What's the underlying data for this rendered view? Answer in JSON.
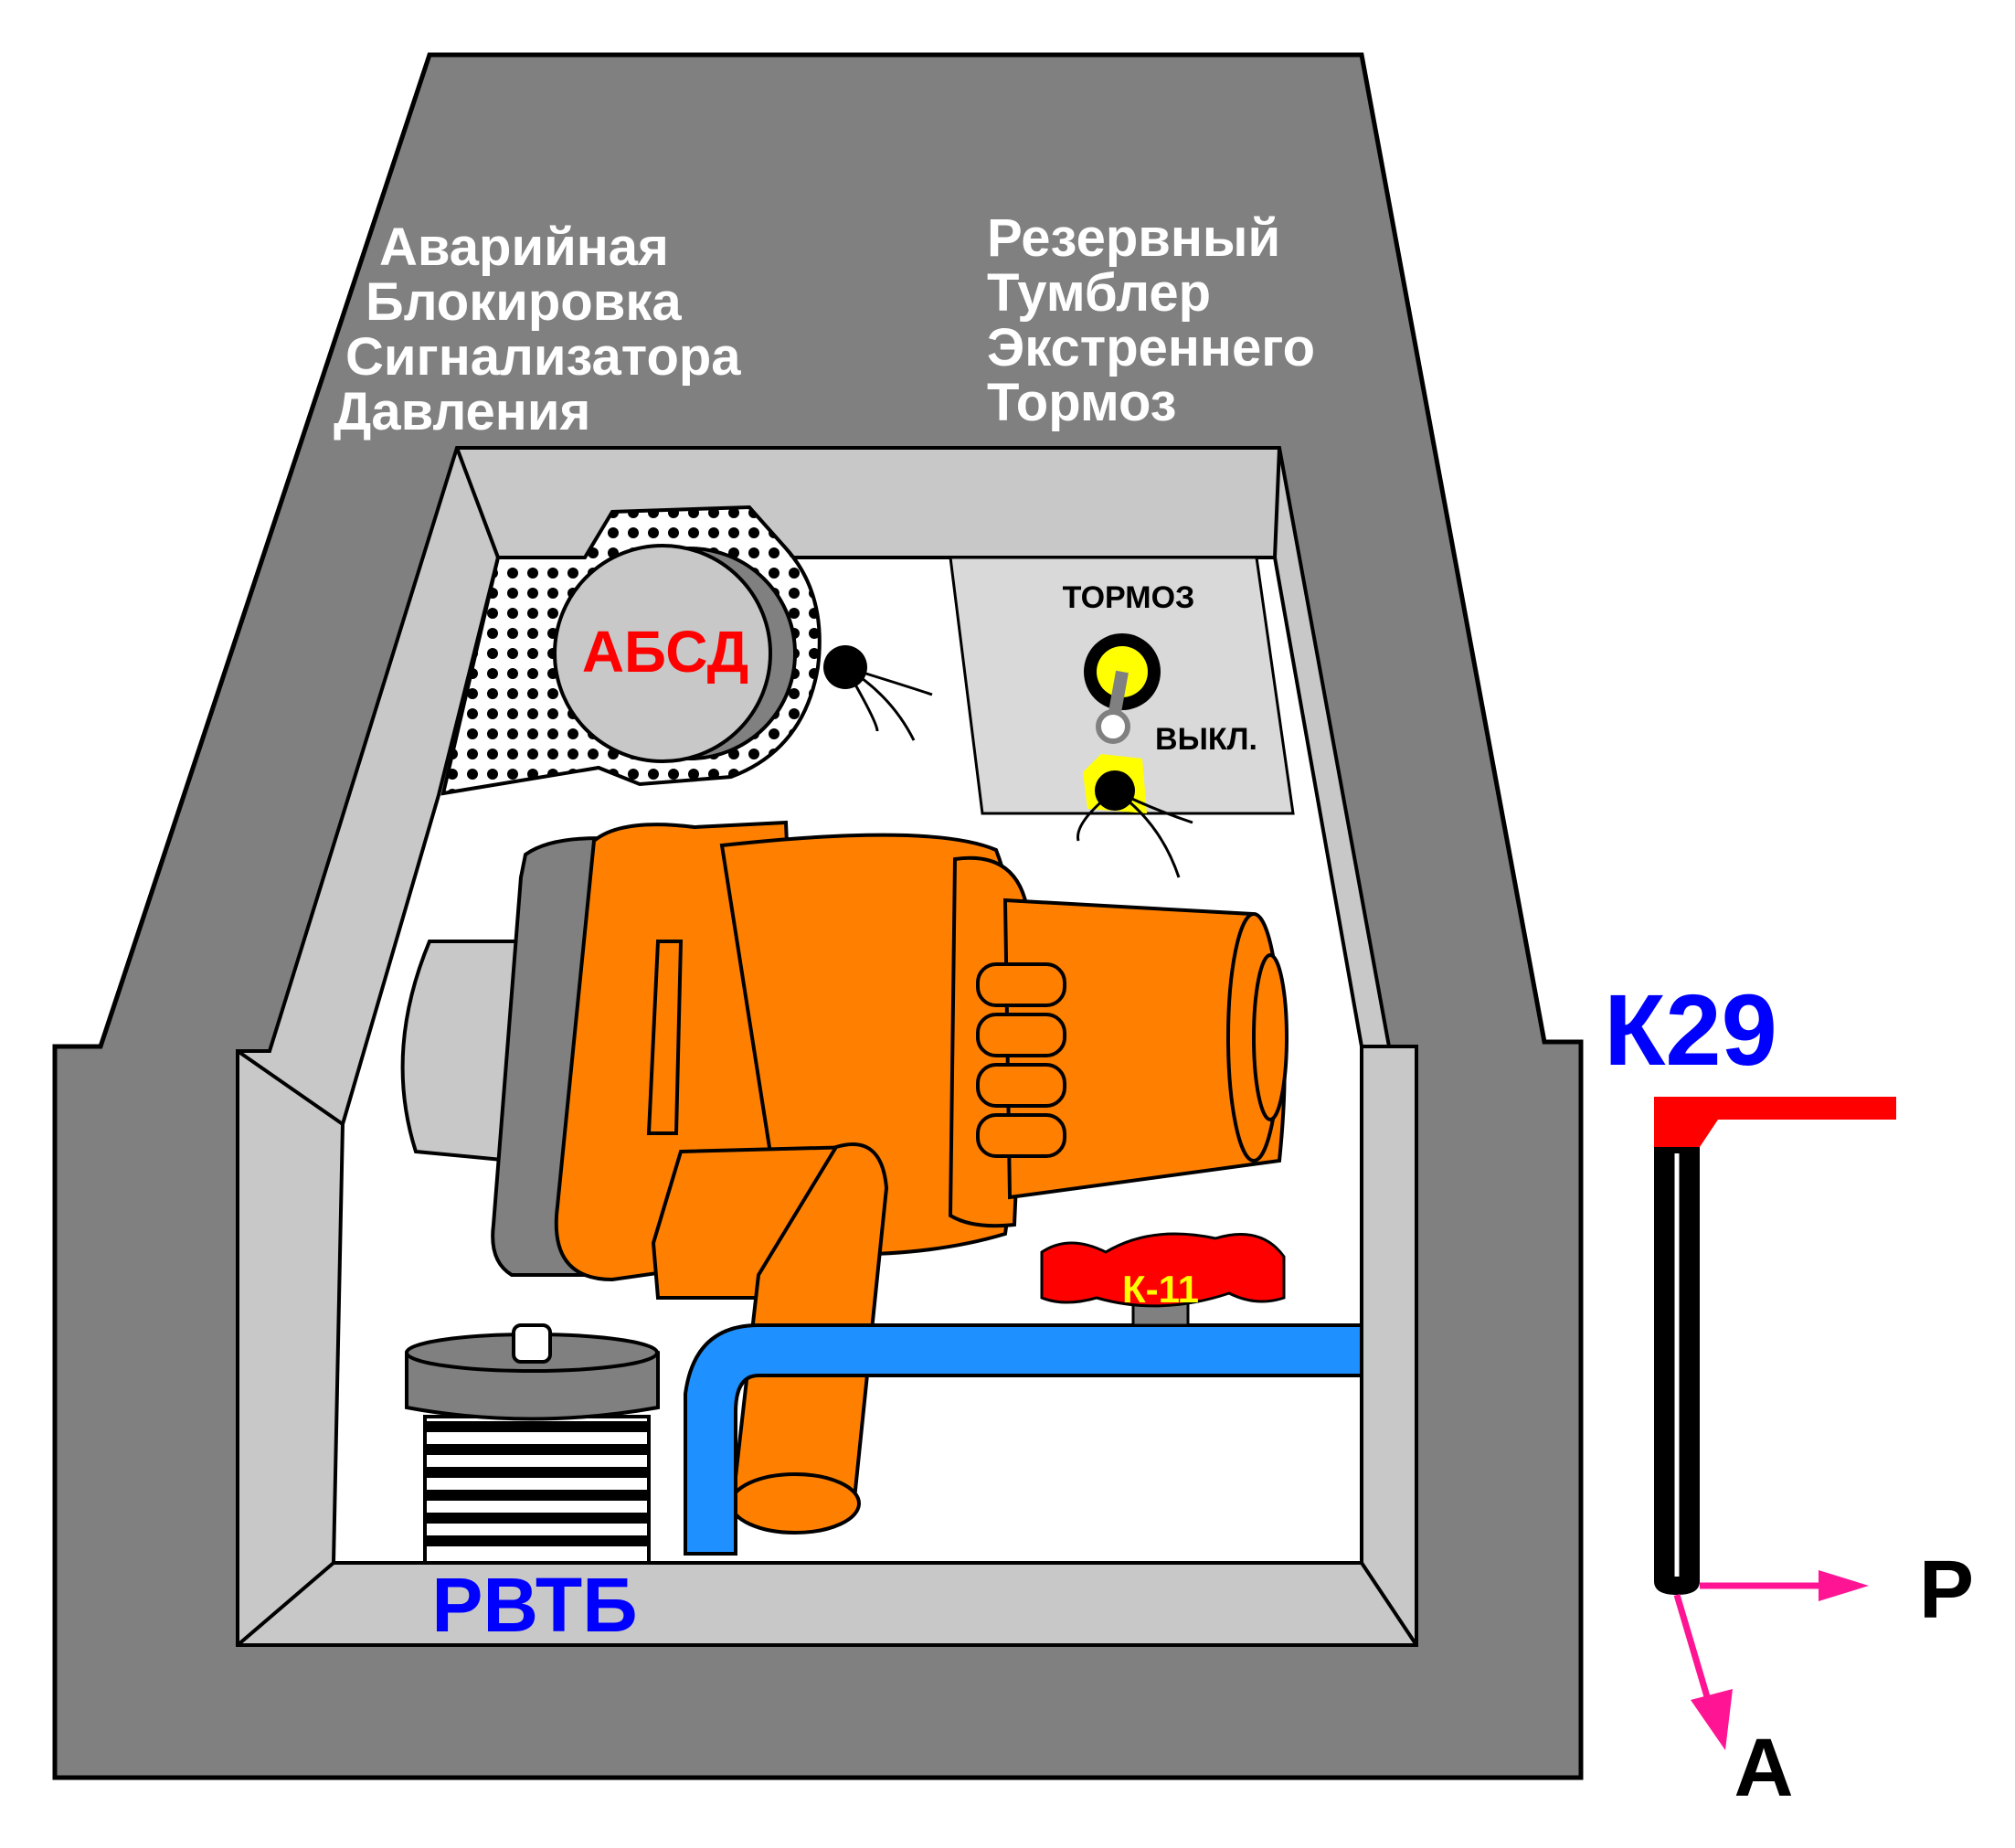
{
  "labels": {
    "emergency_lock": [
      "Аварийная",
      "Блокировка",
      "Сигнализатора",
      "Давления"
    ],
    "reserve_toggle": [
      "Резервный",
      "Тумблер",
      "Экстреннего",
      "Тормоз"
    ],
    "absd": "АБСД",
    "brake": "ТОРМОЗ",
    "off": "ВЫКЛ.",
    "k11": "К-11",
    "rvtb": "РВТБ",
    "k29": "К29",
    "p": "Р",
    "a": "А"
  },
  "colors": {
    "housing": "#808080",
    "bevel": "#c8c8c8",
    "panel": "#ffffff",
    "valve_body": "#ff8000",
    "pipe": "#1e90ff",
    "k11_valve": "#ff0000",
    "k11_text": "#ffff00",
    "lamp": "#ffff00",
    "absd_text": "#ff0000",
    "blue_text": "#0000ff",
    "arrow": "#ff1493",
    "handle_red": "#ff0000"
  },
  "icons": {
    "toggle_switch": "toggle-switch-icon",
    "indicator_lamp": "indicator-lamp-icon",
    "pressure_switch": "pressure-switch-icon"
  }
}
